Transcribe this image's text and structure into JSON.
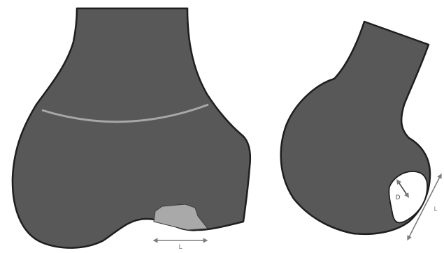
{
  "colors": {
    "bone_fill": "#585858",
    "bone_outline": "#1e1e1e",
    "growth_plate_line": "#a8a8a8",
    "lesion_front": "#a9a9a9",
    "lesion_side": "#ffffff",
    "measure_arrow": "#7d7d7d",
    "background": "#ffffff"
  },
  "views": [
    {
      "view": "anterior-posterior",
      "measurement": {
        "label": "L"
      }
    },
    {
      "view": "lateral",
      "measurements": [
        {
          "label": "L"
        },
        {
          "label": "D"
        }
      ]
    }
  ],
  "icons": [
    "double-arrow-icon"
  ]
}
